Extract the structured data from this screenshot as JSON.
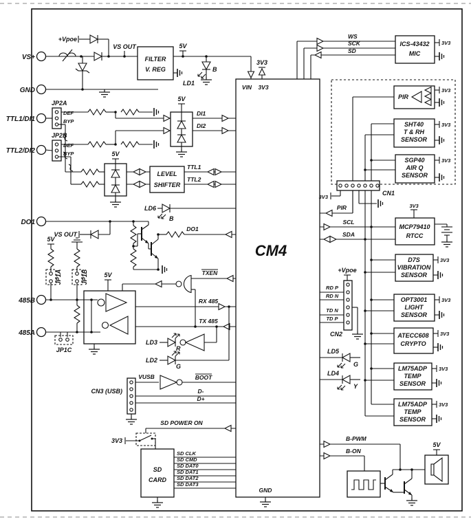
{
  "colors": {
    "ink": "#111111",
    "background": "#ffffff"
  },
  "terminals": {
    "vs_plus": "VS+",
    "gnd": "GND",
    "ttl1_di1": "TTL1/DI1",
    "ttl2_di2": "TTL2/DI2",
    "do1": "DO1",
    "b485": "485B",
    "a485": "485A"
  },
  "cm4": {
    "label": "CM4",
    "pin_vin": "VIN",
    "pin_3v3": "3V3",
    "pin_gnd": "GND"
  },
  "power": {
    "vpoe": "+Vpoe",
    "vs_out": "VS OUT",
    "v5": "5V",
    "v3": "3V3",
    "vusb": "VUSB"
  },
  "blocks": {
    "filter": [
      "FILTER",
      "V. REG"
    ],
    "level_shifter": [
      "LEVEL",
      "SHIFTER"
    ],
    "sd_card": [
      "SD",
      "CARD"
    ],
    "mic": [
      "ICS-43432",
      "MIC"
    ],
    "pir": "PIR",
    "sht40": [
      "SHT40",
      "T & RH",
      "SENSOR"
    ],
    "sgp40": [
      "SGP40",
      "AIR Q",
      "SENSOR"
    ],
    "rtcc": [
      "MCP79410",
      "RTCC"
    ],
    "d7s": [
      "D7S",
      "VIBRATION",
      "SENSOR"
    ],
    "opt3001": [
      "OPT3001",
      "LIGHT",
      "SENSOR"
    ],
    "atecc": [
      "ATECC608",
      "CRYPTO"
    ],
    "lm75": [
      "LM75ADP",
      "TEMP",
      "SENSOR"
    ]
  },
  "signals": {
    "ws": "WS",
    "sck": "SCK",
    "sd": "SD",
    "di1": "DI1",
    "di2": "DI2",
    "ttl1": "TTL1",
    "ttl2": "TTL2",
    "do1": "DO1",
    "txen": "TXEN",
    "rx485": "RX 485",
    "tx485": "TX 485",
    "boot": "BOOT",
    "dm": "D-",
    "dp": "D+",
    "sd_power_on": "SD POWER ON",
    "sd_clk": "SD CLK",
    "sd_cmd": "SD CMD",
    "sd_dat0": "SD DAT0",
    "sd_dat1": "SD DAT1",
    "sd_dat2": "SD DAT2",
    "sd_dat3": "SD DAT3",
    "pir": "PIR",
    "scl": "SCL",
    "sda": "SDA",
    "rdp": "RD P",
    "rdn": "RD N",
    "tdn": "TD N",
    "tdp": "TD P",
    "bpwm": "B-PWM",
    "bon": "B-ON"
  },
  "jumpers": {
    "jp2a": "JP2A",
    "jp2b": "JP2B",
    "jp1a": "JP1A",
    "jp1b": "JP1B",
    "jp1c": "JP1C",
    "def": "DEF",
    "byp": "BYP"
  },
  "connectors": {
    "cn1": "CN1",
    "cn2": "CN2",
    "cn3": "CN3 (USB)"
  },
  "leds": {
    "ld1": "LD1",
    "ld2": "LD2",
    "ld3": "LD3",
    "ld4": "LD4",
    "ld5": "LD5",
    "ld6": "LD6",
    "blue": "B",
    "green": "G",
    "red": "R",
    "yellow": "Y"
  }
}
